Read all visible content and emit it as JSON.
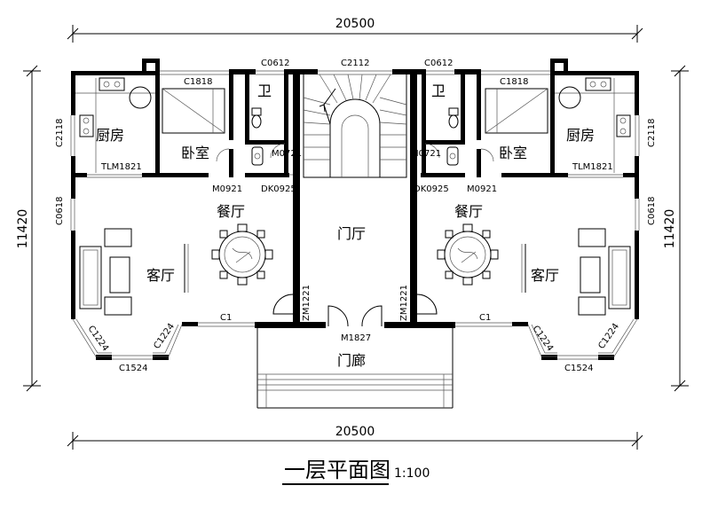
{
  "title": "一层平面图",
  "scale": "1:100",
  "dimensions": {
    "top_width": "20500",
    "bottom_width": "20500",
    "left_depth": "11420",
    "right_depth": "11420"
  },
  "rooms": {
    "kitchen_left": "厨房",
    "kitchen_right": "厨房",
    "bedroom_left": "卧室",
    "bedroom_right": "卧室",
    "bath_left": "卫",
    "bath_right": "卫",
    "dining_left": "餐厅",
    "dining_right": "餐厅",
    "living_left": "客厅",
    "living_right": "客厅",
    "hall": "门厅",
    "porch": "门廊"
  },
  "codes": {
    "c0612_left": "C0612",
    "c0612_right": "C0612",
    "c2112": "C2112",
    "c1818_left": "C1818",
    "c1818_right": "C1818",
    "c2118_left": "C2118",
    "c2118_right": "C2118",
    "tlm1821_left": "TLM1821",
    "tlm1821_right": "TLM1821",
    "m0721_left": "M0721",
    "m0721_right": "M0721",
    "m0921_left": "M0921",
    "m0921_right": "M0921",
    "dk0925_left": "DK0925",
    "dk0925_right": "DK0925",
    "c0618_left": "C0618",
    "c0618_right": "C0618",
    "zm1221_left": "ZM1221",
    "zm1221_right": "ZM1221",
    "m1827": "M1827",
    "c1_left": "C1",
    "c1_right": "C1",
    "c1224_a": "C1224",
    "c1224_b": "C1224",
    "c1224_c": "C1224",
    "c1224_d": "C1224",
    "c1524_left": "C1524",
    "c1524_right": "C1524"
  }
}
